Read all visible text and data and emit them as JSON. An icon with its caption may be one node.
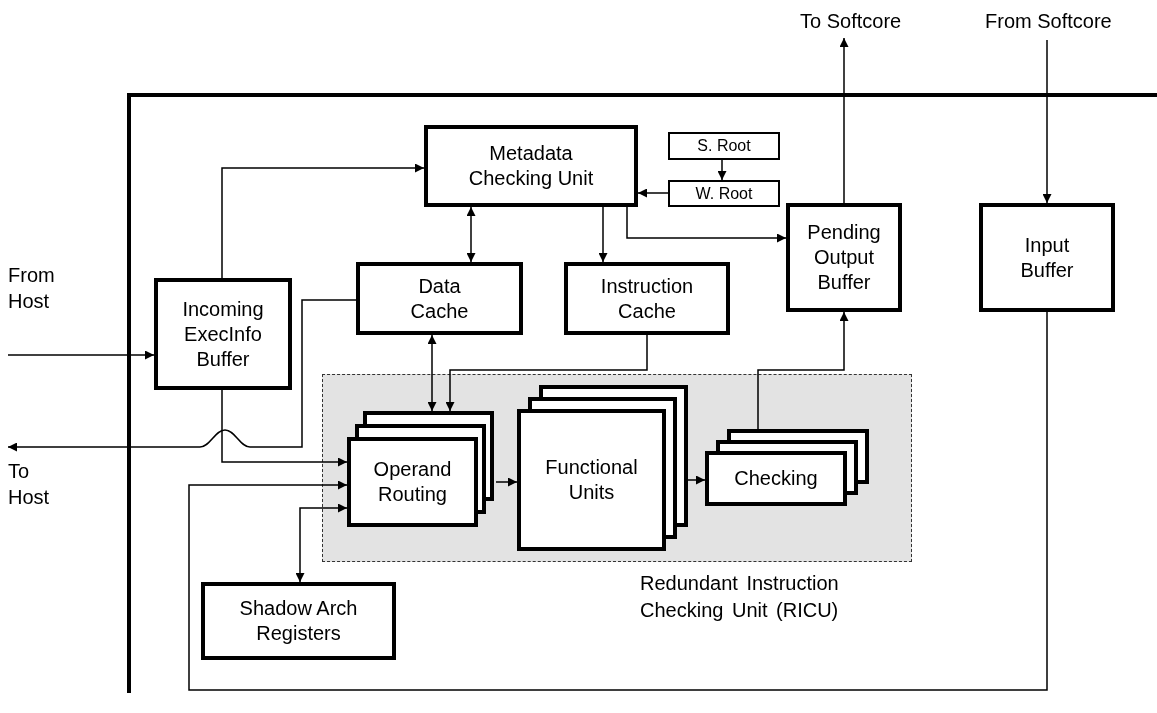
{
  "diagram": {
    "nodes": [
      {
        "text": [],
        "shape": "box"
      },
      {
        "text": [
          "From Host"
        ]
      },
      {
        "text": [
          "To Host"
        ]
      },
      {
        "text": [
          "To Softcore"
        ]
      },
      {
        "text": [
          "From Softcore"
        ]
      },
      {
        "text": [
          "Metadata Checking Unit"
        ],
        "in": 0
      },
      {
        "text": [
          "S. Root"
        ],
        "in": 0
      },
      {
        "text": [
          "W. Root"
        ],
        "in": 0
      },
      {
        "text": [
          "Incoming ExecInfo Buffer"
        ],
        "in": 0
      },
      {
        "text": [
          "Data Cache"
        ],
        "in": 0
      },
      {
        "text": [
          "Instruction Cache"
        ],
        "in": 0
      },
      {
        "text": [
          "Pending Output Buffer"
        ],
        "in": 0
      },
      {
        "text": [
          "Input Buffer"
        ],
        "in": 0
      },
      {
        "text": [
          "Redundant Instruction Checking Unit (RICU)"
        ],
        "in": 0
      },
      {
        "text": [
          "Operand Routing"
        ],
        "in": 13
      },
      {
        "text": [
          "Functional Units"
        ],
        "in": 13
      },
      {
        "text": [
          "Checking"
        ],
        "in": 13
      },
      {
        "text": [
          "Shadow Arch Registers"
        ],
        "in": 0
      }
    ],
    "edges": [
      {
        "from": 1,
        "to": 8,
        "arrow": "to"
      },
      {
        "from": 8,
        "to": 5,
        "arrow": "to"
      },
      {
        "from": 5,
        "to": 9,
        "arrow": "both"
      },
      {
        "from": 5,
        "to": 10,
        "arrow": "to"
      },
      {
        "from": 5,
        "to": 11,
        "arrow": "to"
      },
      {
        "from": 7,
        "to": 5,
        "arrow": "to"
      },
      {
        "from": 6,
        "to": 7,
        "arrow": "to"
      },
      {
        "from": 9,
        "to": 14,
        "arrow": "both"
      },
      {
        "from": 10,
        "to": 14,
        "arrow": "to"
      },
      {
        "from": 9,
        "to": 2,
        "arrow": "to"
      },
      {
        "from": 8,
        "to": 14,
        "arrow": "to"
      },
      {
        "from": 12,
        "to": 14,
        "arrow": "to"
      },
      {
        "from": 17,
        "to": 14,
        "arrow": "both"
      },
      {
        "from": 14,
        "to": 15,
        "arrow": "to"
      },
      {
        "from": 15,
        "to": 16,
        "arrow": "to"
      },
      {
        "from": 16,
        "to": 11,
        "arrow": "to"
      },
      {
        "from": 11,
        "to": 3,
        "arrow": "to"
      },
      {
        "from": 4,
        "to": 12,
        "arrow": "to"
      }
    ]
  }
}
